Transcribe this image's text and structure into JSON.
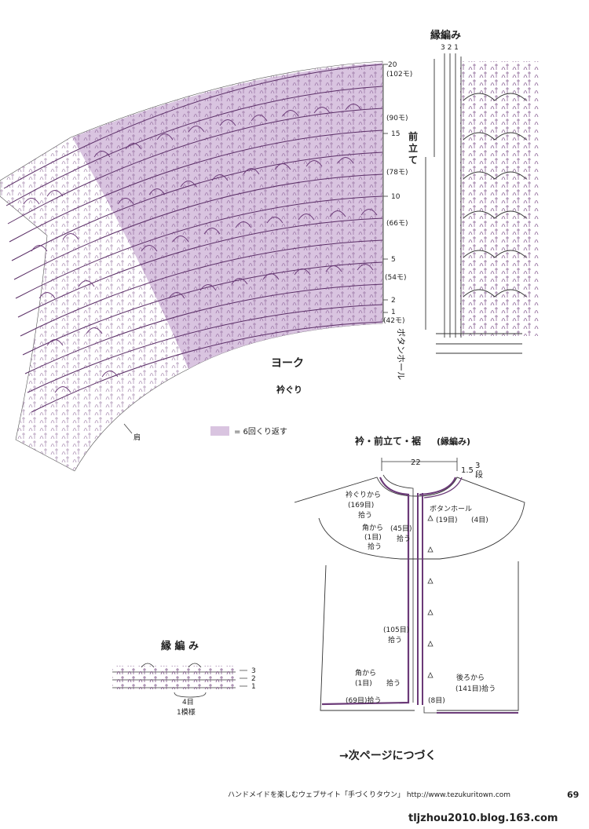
{
  "yoke": {
    "label": "ヨーク",
    "neckline": "衿ぐり",
    "shoulder": "肩",
    "button_hole": "ボタンホール",
    "front_band": "前立て",
    "row_marks": [
      {
        "num": "20",
        "count": "(102モ)"
      },
      {
        "num": "",
        "count": "(90モ)"
      },
      {
        "num": "15",
        "count": ""
      },
      {
        "num": "",
        "count": "(78モ)"
      },
      {
        "num": "10",
        "count": ""
      },
      {
        "num": "",
        "count": "(66モ)"
      },
      {
        "num": "5",
        "count": ""
      },
      {
        "num": "",
        "count": "(54モ)"
      },
      {
        "num": "2",
        "count": ""
      },
      {
        "num": "1",
        "count": "(42モ)"
      }
    ],
    "legend_text": "= 6回くり返す",
    "shade_color": "#d9c4e0"
  },
  "edging_top": {
    "title": "縁編み",
    "col_nums": "3 2 1"
  },
  "assembly": {
    "title": "衿・前立て・裾",
    "title_sub": "(縁編み)",
    "width": "22",
    "band_width": "1.5",
    "band_rows_num": "3",
    "band_rows_unit": "段",
    "neck_pick_1": "衿ぐりから",
    "neck_pick_2": "(169目)",
    "neck_pick_3": "拾う",
    "corner_top_1": "角から",
    "corner_top_2": "(1目)",
    "corner_top_3": "拾う",
    "front_45_1": "(45目)",
    "front_45_2": "拾う",
    "button_hole": "ボタンホール",
    "bh_count": "(19目)",
    "bh_size": "(4目)",
    "front_105_1": "(105目)",
    "front_105_2": "拾う",
    "corner_bot_1": "角から",
    "corner_bot_2": "(1目)",
    "corner_bot_3": "拾う",
    "hem_69": "(69目)拾う",
    "hem_8": "(8目)",
    "back_1": "後ろから",
    "back_2": "(141目)拾う"
  },
  "edging_bottom": {
    "title": "縁 編 み",
    "rows": [
      "3",
      "2",
      "1"
    ],
    "repeat_1": "4目",
    "repeat_2": "1模様"
  },
  "continue": "→次ページにつづく",
  "footer": {
    "site": "ハンドメイドを楽しむウェブサイト「手づくりタウン」 http://www.tezukuritown.com",
    "page": "69",
    "blog": "tljzhou2010.blog.163.com"
  }
}
